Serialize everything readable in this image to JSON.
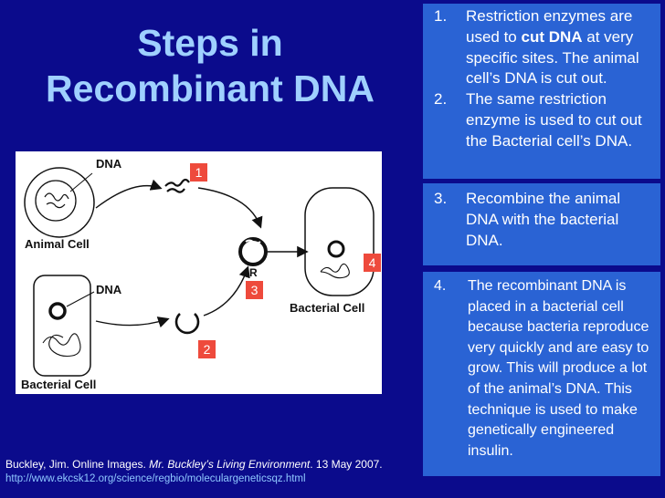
{
  "title": {
    "line1": "Steps in",
    "line2": "Recombinant DNA"
  },
  "figure": {
    "labels": {
      "dna_top": "DNA",
      "animal_cell": "Animal Cell",
      "dna_bottom": "DNA",
      "bacterial_cell_left": "Bacterial Cell",
      "bacterial_cell_right": "Bacterial Cell",
      "plasmid_marker": "R"
    },
    "badges": [
      "1",
      "2",
      "3",
      "4"
    ]
  },
  "steps": {
    "box1": [
      {
        "num": "1.",
        "text_a": "Restriction enzymes are used to ",
        "bold": "cut DNA",
        "text_b": " at very specific sites.  The animal cell’s DNA is cut out."
      },
      {
        "num": "2.",
        "text": "The same restriction enzyme is used to cut out the Bacterial cell’s DNA."
      }
    ],
    "box3": {
      "num": "3.",
      "text": "Recombine the animal DNA with the bacterial DNA."
    },
    "box4": {
      "num": "4.",
      "text": "The recombinant DNA is placed in a bacterial cell because bacteria reproduce very quickly and are easy to grow.  This will produce a lot of the animal’s DNA.  This technique is used to make genetically engineered insulin."
    }
  },
  "citation": {
    "author": "Buckley, Jim. Online Images.  ",
    "work": "Mr. Buckley’s Living Environment",
    "date": ". 13 May 2007.",
    "url": "http://www.ekcsk12.org/science/regbio/moleculargeneticsqz.html"
  },
  "colors": {
    "background": "#0b0b8c",
    "title": "#9fd0ff",
    "step_box": "#2a63d4",
    "badge": "#ee4a3c",
    "url": "#8fc8ff"
  }
}
